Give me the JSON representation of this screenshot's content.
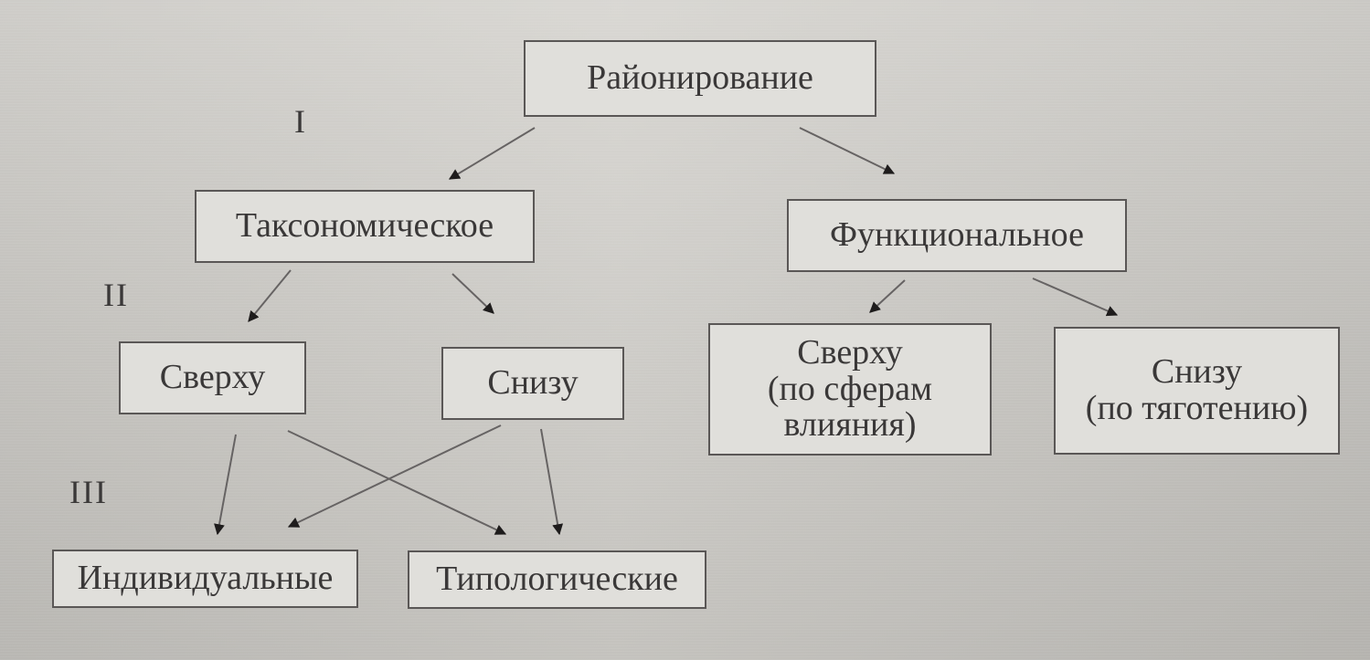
{
  "diagram": {
    "root": "Районирование",
    "branches": {
      "taxonomic": "Таксономическое",
      "functional": "Функциональное"
    },
    "taxonomic_methods": {
      "top_down": "Сверху",
      "bottom_up": "Снизу"
    },
    "functional_methods": {
      "top_down": "Сверху\n(по сферам\nвлияния)",
      "bottom_up": "Снизу\n(по тяготению)"
    },
    "results": {
      "individual": "Индивидуальные",
      "typological": "Типологические"
    },
    "levels": [
      "I",
      "II",
      "III"
    ]
  }
}
